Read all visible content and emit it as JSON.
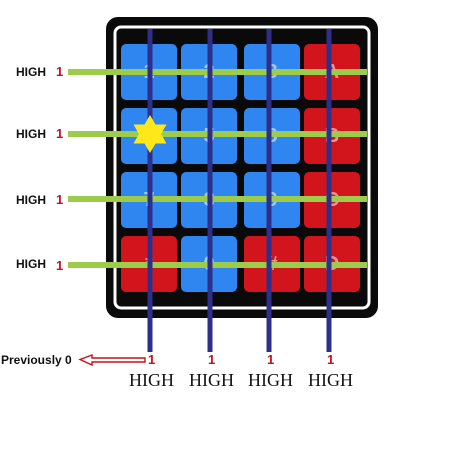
{
  "colors": {
    "keypad_body": "#0a0a0a",
    "key_blue": "#2f86f0",
    "key_red": "#d2141c",
    "row_line": "#9ccc4a",
    "col_line": "#2d2f8a",
    "star": "#ffe81a",
    "red_text": "#c0141c"
  },
  "keys": [
    [
      "1",
      "2",
      "3",
      "A"
    ],
    [
      "4",
      "5",
      "6",
      "B"
    ],
    [
      "7",
      "8",
      "9",
      "C"
    ],
    [
      "*",
      "0",
      "#",
      "D"
    ]
  ],
  "key_colors": [
    [
      "blue",
      "blue",
      "blue",
      "red"
    ],
    [
      "blue",
      "blue",
      "blue",
      "red"
    ],
    [
      "blue",
      "blue",
      "blue",
      "red"
    ],
    [
      "red",
      "blue",
      "red",
      "red"
    ]
  ],
  "pressed_key": {
    "row": 2,
    "col": 1,
    "icon": "star-icon"
  },
  "rows": [
    {
      "state": "HIGH",
      "value": "1"
    },
    {
      "state": "HIGH",
      "value": "1"
    },
    {
      "state": "HIGH",
      "value": "1"
    },
    {
      "state": "HIGH",
      "value": "1"
    }
  ],
  "columns": [
    {
      "state": "HIGH",
      "value": "1"
    },
    {
      "state": "HIGH",
      "value": "1"
    },
    {
      "state": "HIGH",
      "value": "1"
    },
    {
      "state": "HIGH",
      "value": "1"
    }
  ],
  "annotation": {
    "text": "Previously 0",
    "arrow_icon": "left-arrow-icon"
  }
}
